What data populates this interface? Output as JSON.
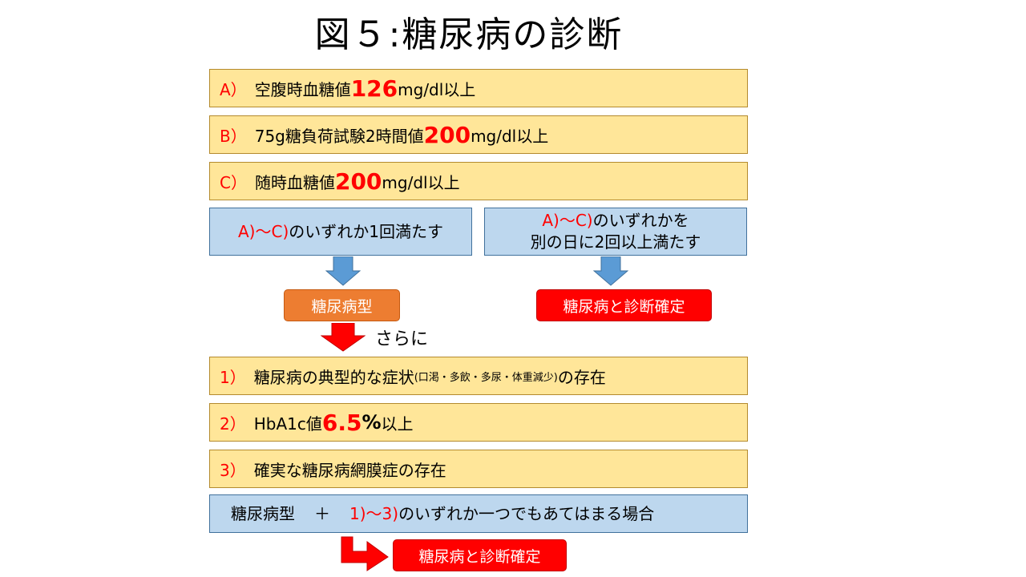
{
  "title": "図５:糖尿病の診断",
  "criteria": {
    "a": {
      "label": "A）",
      "text": "空腹時血糖値",
      "value": "126",
      "unit": "mg/dl以上"
    },
    "b": {
      "label": "B）",
      "text": "75g糖負荷試験2時間値",
      "value": "200",
      "unit": "mg/dl以上"
    },
    "c": {
      "label": "C）",
      "text": "随時血糖値",
      "value": "200",
      "unit": "mg/dl以上"
    }
  },
  "branch_left": {
    "ref": "A)～C)",
    "text": "のいずれか1回満たす"
  },
  "branch_right": {
    "ref": "A)～C)",
    "line1": "のいずれかを",
    "line2": "別の日に2回以上満たす"
  },
  "badge_type": "糖尿病型",
  "badge_confirm": "糖尿病と診断確定",
  "further": "さらに",
  "conditions": {
    "c1": {
      "label": "1）",
      "text": "糖尿病の典型的な症状",
      "note": "(口渇・多飲・多尿・体重減少)",
      "tail": "の存在"
    },
    "c2": {
      "label": "2）",
      "text": "HbA1c値",
      "value": "6.5",
      "pct": "%",
      "tail": "以上"
    },
    "c3": {
      "label": "3）",
      "text": "確実な糖尿病網膜症の存在"
    }
  },
  "combined": {
    "type": "糖尿病型",
    "plus": "＋",
    "ref": "1)～3)",
    "text": "のいずれか一つでもあてはまる場合"
  },
  "final_badge": "糖尿病と診断確定",
  "colors": {
    "yellow": "#ffe699",
    "blue": "#bdd7ee",
    "orange": "#ed7d31",
    "red": "#ff0000",
    "arrow_blue": "#5b9bd5"
  }
}
